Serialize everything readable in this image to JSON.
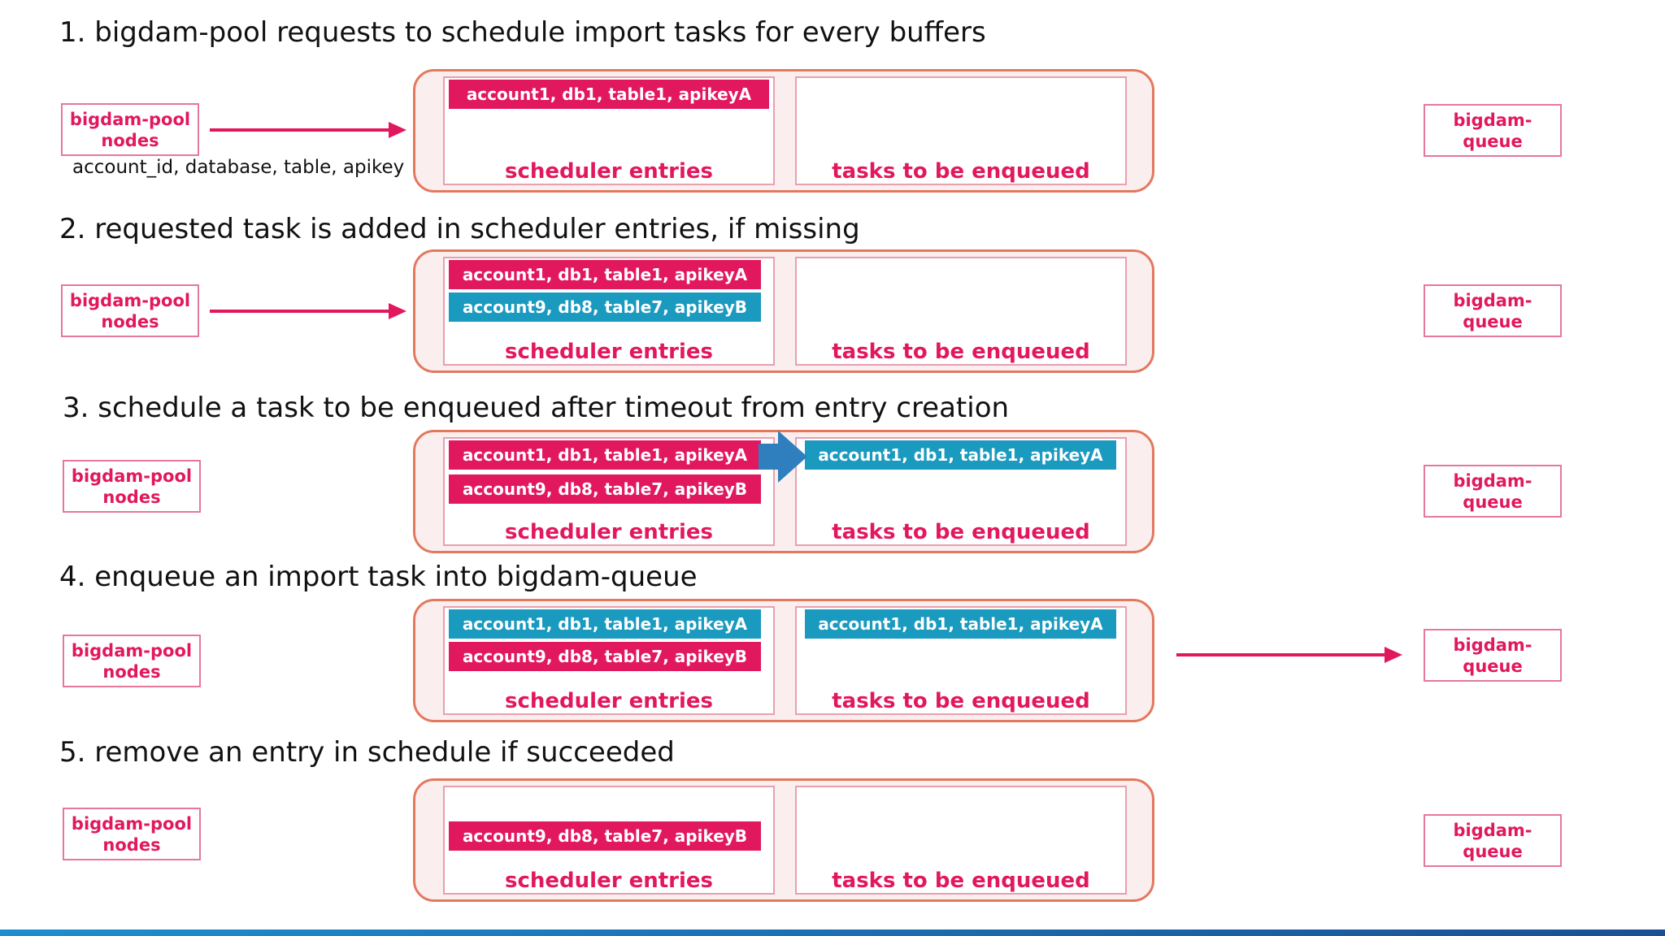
{
  "labels": {
    "pool": "bigdam-pool\nnodes",
    "queue": "bigdam-queue",
    "scheduler_entries": "scheduler entries",
    "tasks_to_be_enqueued": "tasks to be enqueued",
    "fields_caption": "account_id, database, table, apikey"
  },
  "entries": {
    "a": "account1, db1, table1, apikeyA",
    "b": "account9, db8, table7, apikeyB"
  },
  "steps": [
    {
      "heading": "1. bigdam-pool requests to schedule import tasks for every buffers"
    },
    {
      "heading": "2. requested task is added in scheduler entries, if missing"
    },
    {
      "heading": "3. schedule a task to be enqueued after timeout from entry creation"
    },
    {
      "heading": "4. enqueue an import task into bigdam-queue"
    },
    {
      "heading": "5. remove an entry in schedule if succeeded"
    }
  ],
  "colors": {
    "pink": "#e2185f",
    "teal": "#1b9ac0",
    "outer_border": "#e2795f",
    "outer_fill": "#fbeeee",
    "move_arrow": "#2f7fbf"
  }
}
